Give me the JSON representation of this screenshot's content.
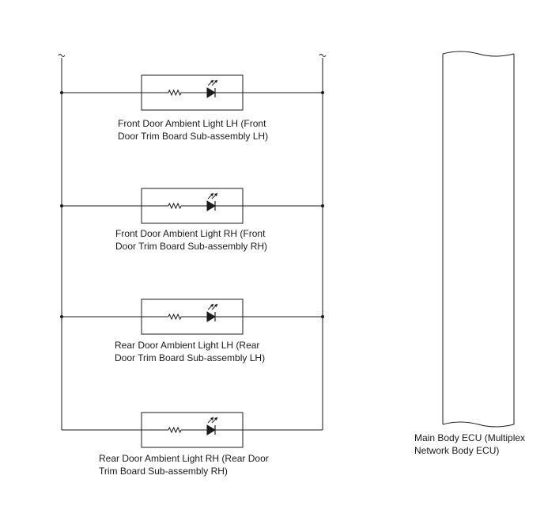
{
  "components": [
    {
      "id": "front-lh",
      "line1": "Front Door Ambient Light LH (Front",
      "line2": "Door Trim Board Sub-assembly LH)"
    },
    {
      "id": "front-rh",
      "line1": "Front Door Ambient Light RH (Front",
      "line2": "Door Trim Board Sub-assembly RH)"
    },
    {
      "id": "rear-lh",
      "line1": "Rear Door Ambient Light LH (Rear",
      "line2": "Door Trim Board Sub-assembly LH)"
    },
    {
      "id": "rear-rh",
      "line1": "Rear Door Ambient Light RH (Rear Door",
      "line2": "Trim Board Sub-assembly RH)"
    }
  ],
  "ecu": {
    "line1": "Main Body ECU (Multiplex",
    "line2": "Network Body ECU)"
  },
  "colors": {
    "line": "#1a1a1a",
    "text": "#1a1a1a"
  },
  "icons": {
    "resistor": "resistor-icon",
    "led": "led-icon",
    "break": "wire-break-icon"
  }
}
